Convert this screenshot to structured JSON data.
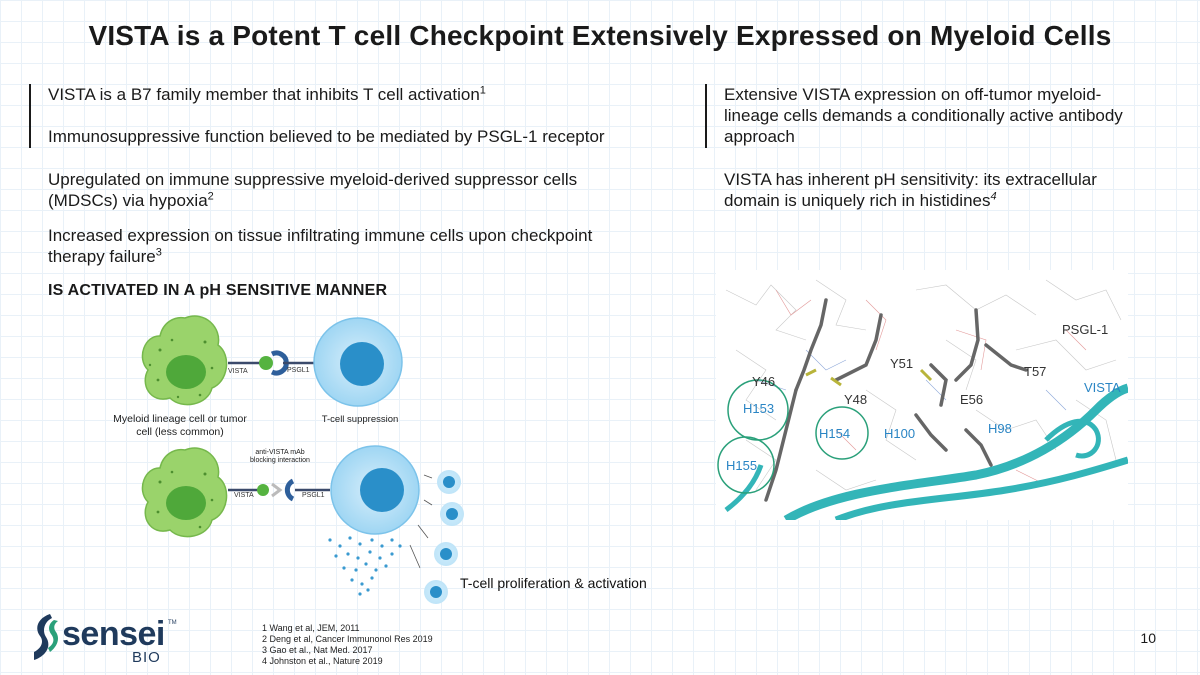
{
  "slide": {
    "title": "VISTA is a Potent T cell Checkpoint Extensively Expressed on Myeloid Cells",
    "page_number": "10"
  },
  "left": {
    "point1_text": "VISTA is a B7 family member that inhibits T cell activation",
    "point1_sup": "1",
    "point2_text": "Immunosuppressive function believed to be mediated by PSGL-1 receptor",
    "point3_text": "Upregulated on immune suppressive myeloid-derived suppressor cells (MDSCs) via hypoxia",
    "point3_sup": "2",
    "point4_text": "Increased expression on tissue infiltrating immune cells upon checkpoint therapy failure",
    "point4_sup": "3",
    "subheading": "IS ACTIVATED IN A pH SENSITIVE MANNER"
  },
  "right": {
    "point1_text": "Extensive VISTA expression on off-tumor myeloid-lineage cells demands a conditionally active antibody approach",
    "point2_text": "VISTA has inherent pH sensitivity: its extracellular domain is uniquely rich in histidines",
    "point2_sup": "4"
  },
  "diagram": {
    "vista_label": "VISTA",
    "psgl1_label": "PSGL1",
    "vista_label_2": "VISTA",
    "psgl1_label_2": "PSGL1",
    "myeloid_caption": "Myeloid lineage cell or tumor cell (less common)",
    "tcell_caption": "T-cell suppression",
    "blocking_caption": "anti-VISTA mAb blocking interaction",
    "proliferation_caption": "T-cell proliferation & activation"
  },
  "structure": {
    "labels": [
      "PSGL-1",
      "T57",
      "Y51",
      "Y46",
      "Y48",
      "E56",
      "VISTA",
      "H153",
      "H154",
      "H100",
      "H98",
      "H155"
    ],
    "psgl1_color": "#333333",
    "vista_color": "#2a85c4",
    "ribbon_color": "#33b5b8",
    "circle_color": "#2aa07a"
  },
  "footnotes": [
    "1 Wang et al, JEM, 2011",
    "2 Deng et al, Cancer Immunonol Res  2019",
    "3 Gao et al., Nat Med. 2017",
    "4 Johnston et al., Nature 2019"
  ],
  "logo": {
    "name": "sensei",
    "sub": "BIO",
    "tm": "TM",
    "brand_color": "#1f3a5c",
    "accent_color": "#2aa07a"
  }
}
